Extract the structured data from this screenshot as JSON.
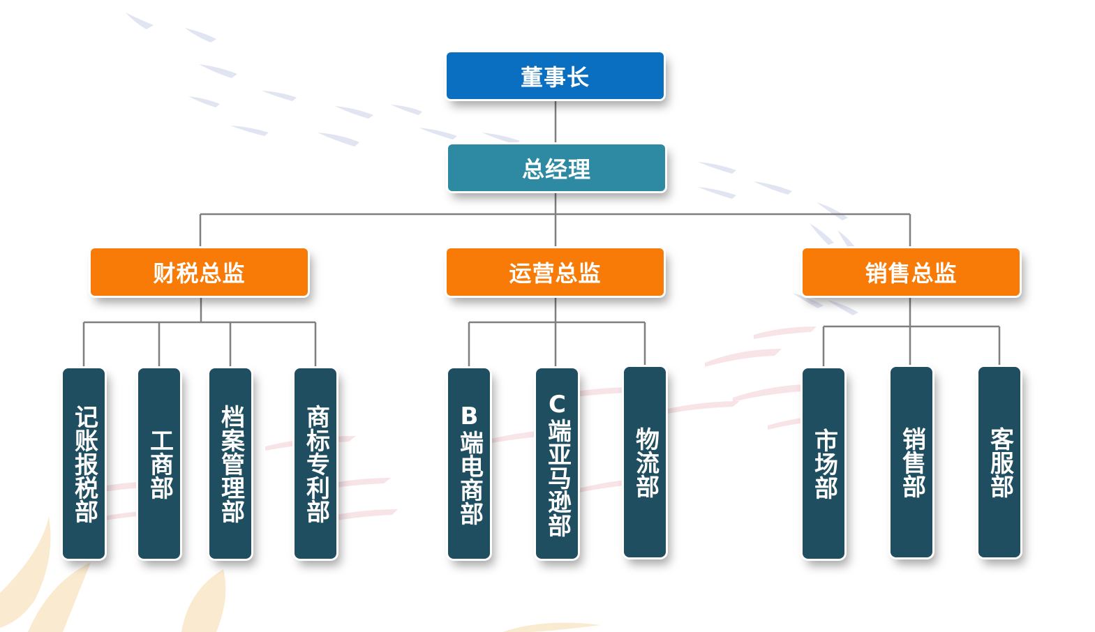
{
  "chart": {
    "root": "董事长",
    "general_manager": "总经理",
    "directors": [
      {
        "label": "财税总监",
        "departments": [
          "记账报税部",
          "工商部",
          "档案管理部",
          "商标专利部"
        ]
      },
      {
        "label": "运营总监",
        "departments": [
          "B端电商部",
          "C端亚马逊部",
          "物流部"
        ]
      },
      {
        "label": "销售总监",
        "departments": [
          "市场部",
          "销售部",
          "客服部"
        ]
      }
    ]
  },
  "colors": {
    "chairman": "#0a6fc0",
    "general_manager": "#2e8aa2",
    "director": "#f77b06",
    "department": "#1f4e61",
    "connector": "#7f7f7f"
  }
}
